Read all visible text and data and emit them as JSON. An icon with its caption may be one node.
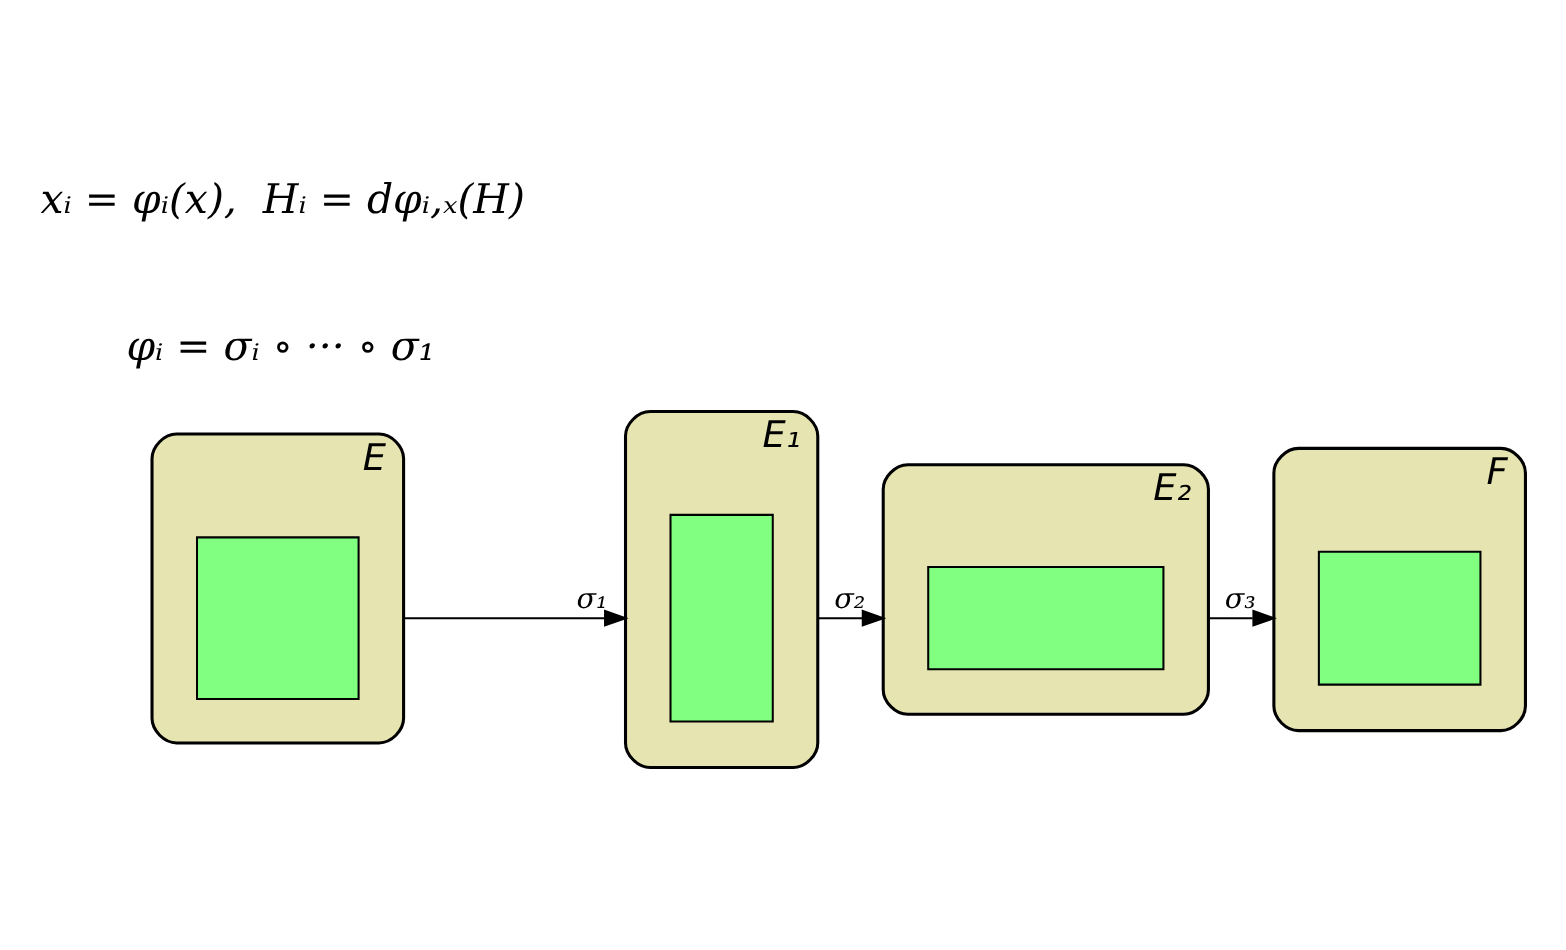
{
  "diagram": {
    "nodes": [
      {
        "text": [
          "E"
        ]
      },
      {
        "text": [],
        "shape": "box",
        "in": 0
      },
      {
        "text": [
          "E₁"
        ]
      },
      {
        "text": [],
        "shape": "box",
        "in": 2
      },
      {
        "text": [
          "E₂"
        ]
      },
      {
        "text": [],
        "shape": "box",
        "in": 4
      },
      {
        "text": [
          "F"
        ]
      },
      {
        "text": [],
        "shape": "box",
        "in": 6
      }
    ],
    "edges": [
      {
        "from": 0,
        "to": 2,
        "arrow": "to",
        "label": "σ₁"
      },
      {
        "from": 2,
        "to": 4,
        "arrow": "to",
        "label": "σ₂"
      },
      {
        "from": 4,
        "to": 6,
        "arrow": "to",
        "label": "σ₃"
      }
    ],
    "labels": [
      "φᵢ = σᵢ ∘ ··· ∘ σ₁",
      "xᵢ = φᵢ(x),  Hᵢ = dφᵢ,ₓ(H)"
    ]
  }
}
